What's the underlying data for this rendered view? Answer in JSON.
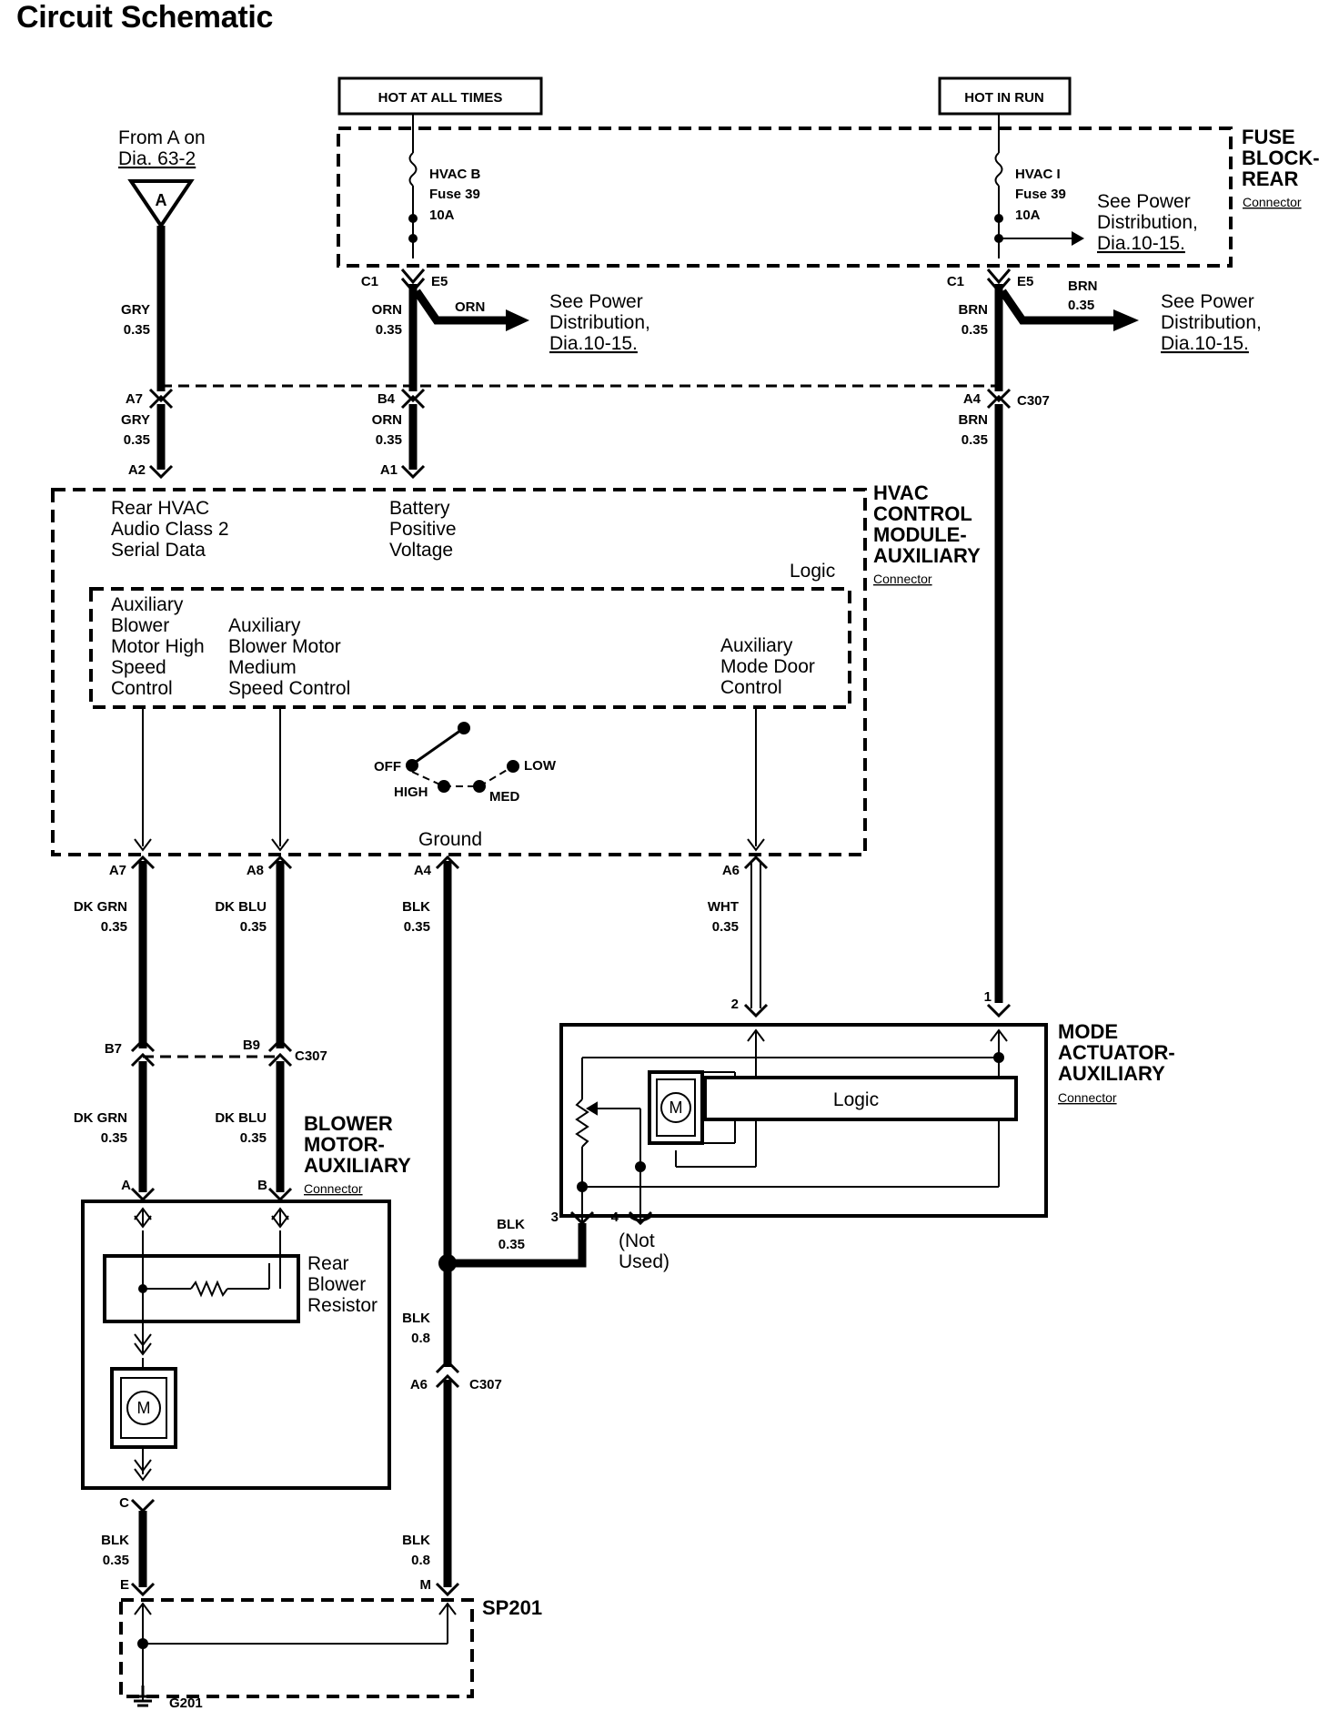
{
  "header": {
    "title": "Circuit Schematic"
  },
  "sources": {
    "hot_at_all_times": "HOT AT ALL TIMES",
    "hot_in_run": "HOT IN RUN"
  },
  "fuse_block": {
    "name_line1": "FUSE",
    "name_line2": "BLOCK-",
    "name_line3": "REAR",
    "connector": "Connector",
    "fuse_b": {
      "name": "HVAC B",
      "fuse": "Fuse 39",
      "rating": "10A"
    },
    "fuse_i": {
      "name": "HVAC I",
      "fuse": "Fuse 39",
      "rating": "10A"
    },
    "ref_inside": {
      "l1": "See Power",
      "l2": "Distribution,",
      "l3": "Dia.10-15."
    }
  },
  "from_ref": {
    "l1": "From A on",
    "l2": "Dia. 63-2",
    "flag": "A"
  },
  "wires": {
    "gry_top": {
      "color": "GRY",
      "gauge": "0.35"
    },
    "orn_top": {
      "color": "ORN",
      "gauge": "0.35"
    },
    "brn_top": {
      "color": "BRN",
      "gauge": "0.35"
    },
    "orn_branch": {
      "color": "ORN"
    },
    "brn_branch": {
      "color": "BRN",
      "gauge": "0.35"
    },
    "gry_mid": {
      "color": "GRY",
      "gauge": "0.35"
    },
    "orn_mid": {
      "color": "ORN",
      "gauge": "0.35"
    },
    "brn_mid": {
      "color": "BRN",
      "gauge": "0.35"
    },
    "dkgrn_1": {
      "color": "DK GRN",
      "gauge": "0.35"
    },
    "dkblu_1": {
      "color": "DK BLU",
      "gauge": "0.35"
    },
    "blk_1": {
      "color": "BLK",
      "gauge": "0.35"
    },
    "wht_1": {
      "color": "WHT",
      "gauge": "0.35"
    },
    "dkgrn_2": {
      "color": "DK GRN",
      "gauge": "0.35"
    },
    "dkblu_2": {
      "color": "DK BLU",
      "gauge": "0.35"
    },
    "blk_mode": {
      "color": "BLK",
      "gauge": "0.35"
    },
    "blk_08a": {
      "color": "BLK",
      "gauge": "0.8"
    },
    "blk_c": {
      "color": "BLK",
      "gauge": "0.35"
    },
    "blk_08b": {
      "color": "BLK",
      "gauge": "0.8"
    }
  },
  "refs": {
    "orn": {
      "l1": "See Power",
      "l2": "Distribution,",
      "l3": "Dia.10-15."
    },
    "brn": {
      "l1": "See Power",
      "l2": "Distribution,",
      "l3": "Dia.10-15."
    }
  },
  "pins": {
    "c1_left": "C1",
    "e5_left": "E5",
    "c1_right": "C1",
    "e5_right": "E5",
    "a7_top": "A7",
    "b4": "B4",
    "a4_top": "A4",
    "c307_top": "C307",
    "a2": "A2",
    "a1": "A1",
    "a7": "A7",
    "a8": "A8",
    "a4": "A4",
    "a6": "A6",
    "b7": "B7",
    "b9": "B9",
    "c307_mid": "C307",
    "p2": "2",
    "p1": "1",
    "p3": "3",
    "p4": "4",
    "a": "A",
    "b": "B",
    "a6_low": "A6",
    "c307_low": "C307",
    "c": "C",
    "e": "E",
    "m": "M",
    "g201": "G201"
  },
  "hvac_module": {
    "name_line1": "HVAC",
    "name_line2": "CONTROL",
    "name_line3": "MODULE-",
    "name_line4": "AUXILIARY",
    "connector": "Connector",
    "pin_a2_desc": [
      "Rear HVAC",
      "Audio Class 2",
      "Serial Data"
    ],
    "pin_a1_desc": [
      "Battery",
      "Positive",
      "Voltage"
    ],
    "logic": "Logic",
    "high_speed": [
      "Auxiliary",
      "Blower",
      "Motor High",
      "Speed",
      "Control"
    ],
    "medium_speed": [
      "Auxiliary",
      "Blower Motor",
      "Medium",
      "Speed Control"
    ],
    "mode_door": [
      "Auxiliary",
      "Mode Door",
      "Control"
    ],
    "switch": {
      "off": "OFF",
      "low": "LOW",
      "high": "HIGH",
      "med": "MED"
    },
    "ground": "Ground"
  },
  "mode_actuator": {
    "name_line1": "MODE",
    "name_line2": "ACTUATOR-",
    "name_line3": "AUXILIARY",
    "connector": "Connector",
    "logic": "Logic",
    "motor": "M",
    "not_used_l1": "(Not",
    "not_used_l2": "Used)"
  },
  "blower_motor": {
    "name_line1": "BLOWER",
    "name_line2": "MOTOR-",
    "name_line3": "AUXILIARY",
    "connector": "Connector",
    "resistor": [
      "Rear",
      "Blower",
      "Resistor"
    ],
    "motor": "M"
  },
  "splice": {
    "name": "SP201"
  }
}
